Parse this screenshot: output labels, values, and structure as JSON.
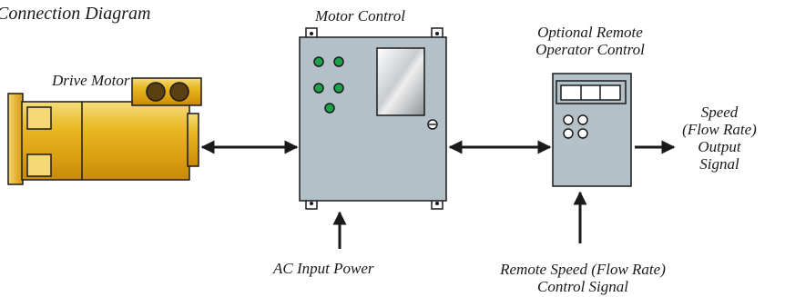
{
  "title": "Connection Diagram",
  "labels": {
    "drive_motor": "Drive Motor",
    "motor_control": "Motor Control",
    "remote_operator_line1": "Optional Remote",
    "remote_operator_line2": "Operator Control",
    "speed_output_line1": "Speed",
    "speed_output_line2": "(Flow Rate)",
    "speed_output_line3": "Output",
    "speed_output_line4": "Signal",
    "ac_input": "AC Input Power",
    "remote_signal_line1": "Remote Speed (Flow Rate)",
    "remote_signal_line2": "Control Signal"
  },
  "colors": {
    "motor_gold": "#e6b422",
    "panel_gray": "#b3c0c8",
    "indicator_green": "#1aa34a",
    "outline": "#1a1a1a"
  }
}
